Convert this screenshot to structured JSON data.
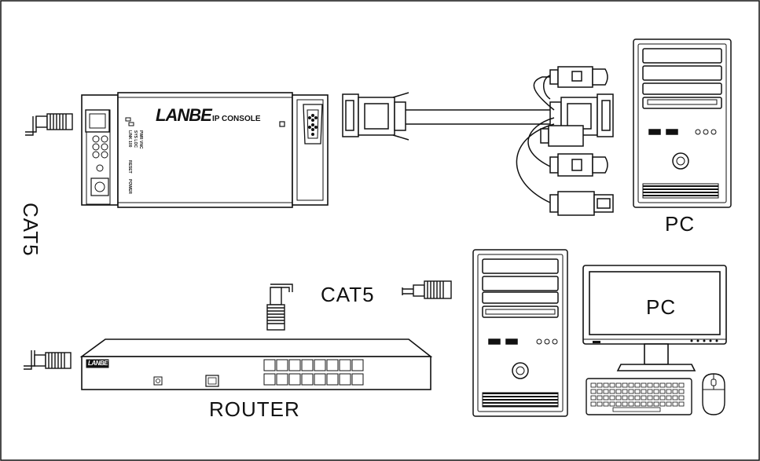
{
  "labels": {
    "cat5_vertical": "CAT5",
    "cat5_middle": "CAT5",
    "pc_top": "PC",
    "pc_monitor": "PC",
    "router": "ROUTER"
  },
  "device": {
    "brand": "LANBE",
    "model": "IP CONSOLE",
    "led_link": "LINK 100",
    "led_sys": "SYS LOC",
    "led_power": "PWR VNC",
    "reset": "RESET",
    "power": "POWER"
  },
  "router_brand": "LANBE",
  "colors": {
    "ink": "#111111",
    "background": "#ffffff",
    "panel_fill": "#eeeeee"
  }
}
